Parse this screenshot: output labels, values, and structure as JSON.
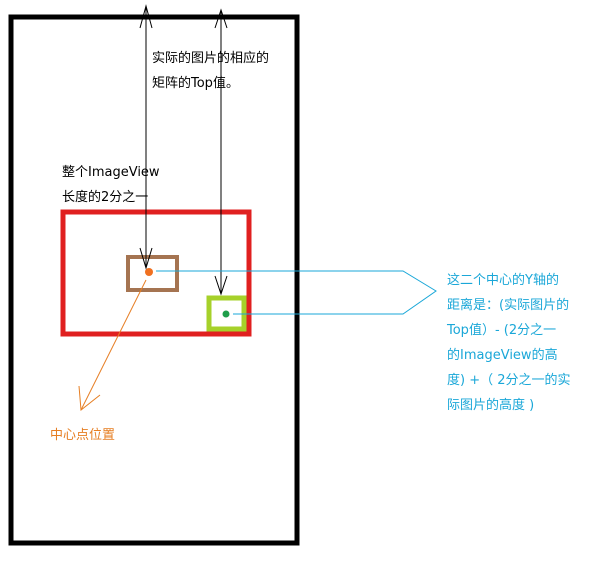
{
  "labels": {
    "top_value": [
      "实际的图片的相应的",
      "矩阵的Top值。"
    ],
    "half_imageview": [
      "整个ImageView",
      "长度的2分之一"
    ],
    "center_point": "中心点位置",
    "distance": [
      "这二个中心的Y轴的",
      "距离是：(实际图片的",
      "Top值）- (2分之一",
      "的ImageView的高",
      "度) +（ 2分之一的实",
      "际图片的高度 )"
    ]
  },
  "colors": {
    "phone_frame": "#000000",
    "imageview_rect": "#e02020",
    "image_rect": "#a57451",
    "image_center": "#f07020",
    "view_rect": "#a6d12a",
    "view_center": "#1e9e4a",
    "guide_lines": "#1aa7d8",
    "center_pointer": "#e67e22",
    "text": "#000000"
  }
}
